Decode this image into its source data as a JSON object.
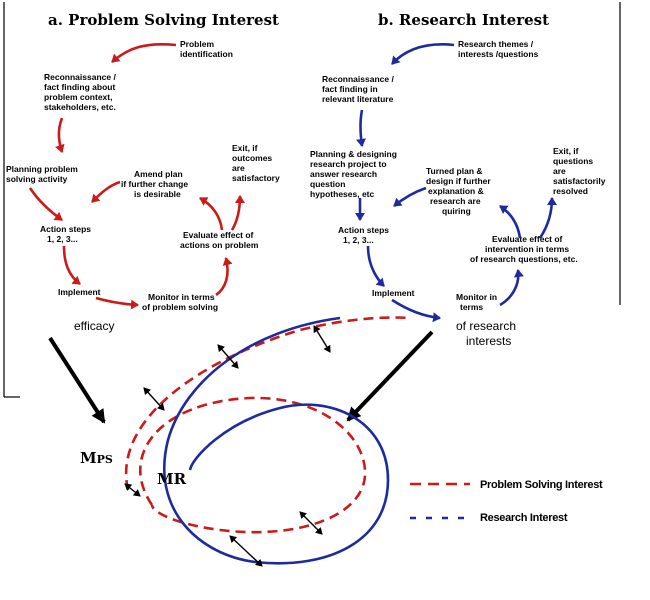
{
  "colors": {
    "problem": "#cc1a1a",
    "research": "#1f2a9e",
    "frame": "#000000"
  },
  "left": {
    "title": "a.  Problem Solving Interest",
    "problem_id": [
      "Problem",
      "identification"
    ],
    "recon": [
      "Reconnaissance  /",
      "fact finding about",
      "problem context,",
      "stakeholders,  etc."
    ],
    "planning": [
      "Planning  problem",
      "solving  activity"
    ],
    "amend": [
      "Amend  plan",
      "if further change",
      "is desirable"
    ],
    "exit": [
      "Exit, if",
      "outcomes",
      "are",
      "satisfactory"
    ],
    "action": [
      "Action steps",
      "1, 2, 3..."
    ],
    "evaluate": [
      "Evaluate  effect of",
      "actions  on problem"
    ],
    "implement": "Implement",
    "monitor": [
      "Monitor  in terms",
      "of problem solving"
    ],
    "efficacy": "efficacy"
  },
  "right": {
    "title": "b.  Research  Interest",
    "themes": [
      "Research themes  /",
      "interests /questions"
    ],
    "recon": [
      "Reconnaissance  /",
      "fact finding in",
      "relevant literature"
    ],
    "planning": [
      "Planning  &  designing",
      "research  project  to",
      "answer  research",
      "question",
      "hypotheses,  etc"
    ],
    "turned": [
      "Turned  plan &",
      "design  if further",
      "explanation  &",
      "research  are",
      "quiring"
    ],
    "exit": [
      "Exit, if",
      "questions",
      "are",
      "satisfactorily",
      "resolved"
    ],
    "action": [
      "Action steps",
      "1, 2, 3..."
    ],
    "evaluate": [
      "Evaluate  effect  of",
      "intervention  in terms",
      "of research  questions,  etc."
    ],
    "implement": "Implement",
    "monitor": [
      "Monitor  in",
      "terms"
    ],
    "of_research": "of research",
    "interests": "interests"
  },
  "bottom": {
    "mps": "M",
    "mps_sub": "PS",
    "mr": "MR",
    "legend": [
      {
        "label": "Problem Solving Interest",
        "style": "dashed-red"
      },
      {
        "label": "Research Interest",
        "style": "dashed-blue"
      }
    ]
  }
}
